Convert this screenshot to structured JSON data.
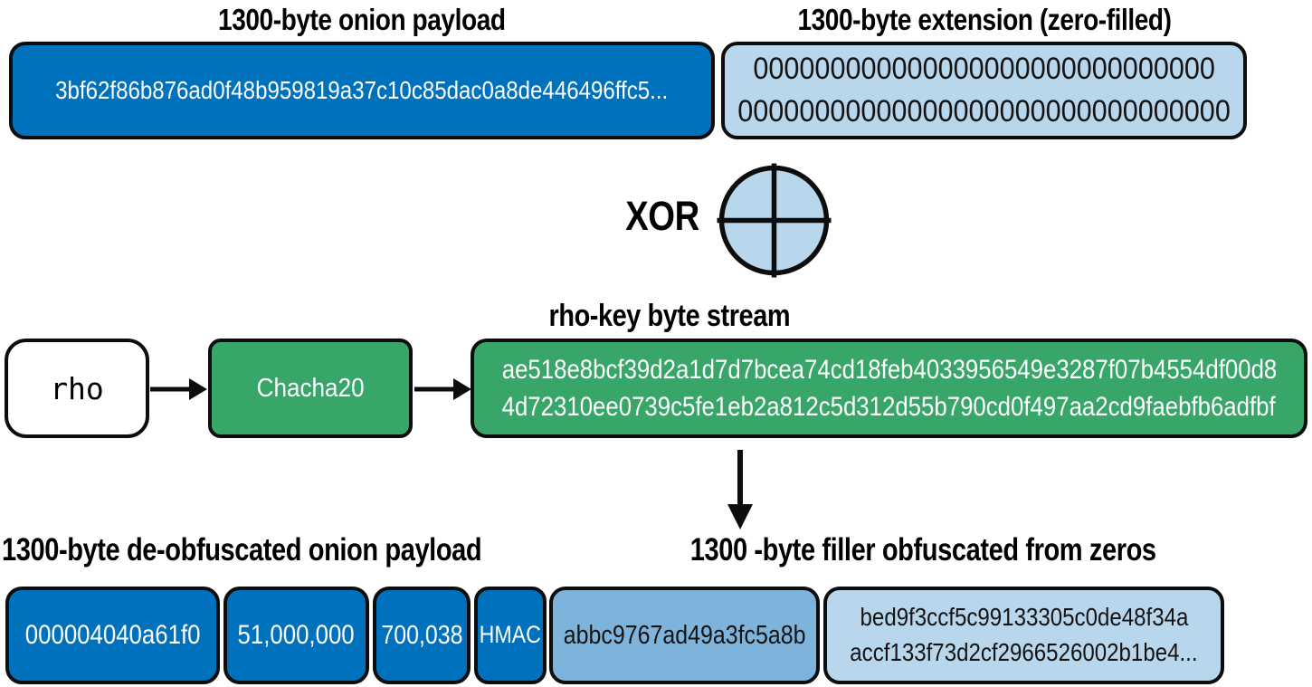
{
  "colors": {
    "dark_blue": "#0071bc",
    "medium_blue": "#7eb3dc",
    "light_blue": "#b9d7ec",
    "green": "#38a569",
    "ink": "#0d0d0d"
  },
  "top": {
    "onion_payload": {
      "label": "1300-byte onion payload",
      "hex": "3bf62f86b876ad0f48b959819a37c10c85dac0a8de446496ffc5..."
    },
    "extension": {
      "label": "1300-byte extension (zero-filled)",
      "zeros_line1": "000000000000000000000000000000",
      "zeros_line2": "00000000000000000000000000000000"
    }
  },
  "xor": {
    "label": "XOR"
  },
  "middle": {
    "rho_label": "rho",
    "chacha_label": "Chacha20",
    "stream": {
      "label": "rho-key byte stream",
      "hex_line1": "ae518e8bcf39d2a1d7d7bcea74cd18feb4033956549e3287f07b4554df00d8",
      "hex_line2": "4d72310ee0739c5fe1eb2a812c5d312d55b790cd0f497aa2cd9faebfb6adfbf"
    }
  },
  "bottom": {
    "deobfuscated_label": "1300-byte de-obfuscated onion payload",
    "filler_label": "1300 -byte filler obfuscated  from zeros",
    "segments": [
      {
        "text": "000004040a61f0"
      },
      {
        "text": "51,000,000"
      },
      {
        "text": "700,038"
      },
      {
        "text": "HMAC"
      },
      {
        "text": "abbc9767ad49a3fc5a8b"
      },
      {
        "hex_line1": "bed9f3ccf5c99133305c0de48f34a",
        "hex_line2": "accf133f73d2cf2966526002b1be4..."
      }
    ]
  }
}
